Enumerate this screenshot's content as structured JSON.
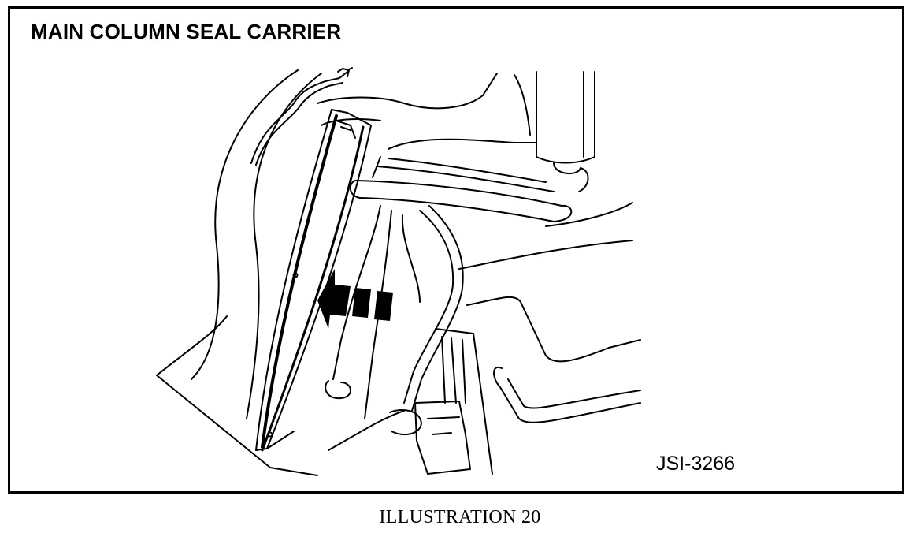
{
  "figure": {
    "title": "MAIN COLUMN SEAL CARRIER",
    "code": "JSI-3266",
    "arrow_icon": "direction-arrow-icon"
  },
  "caption": "ILLUSTRATION 20",
  "colors": {
    "ink": "#000000",
    "paper": "#ffffff"
  }
}
